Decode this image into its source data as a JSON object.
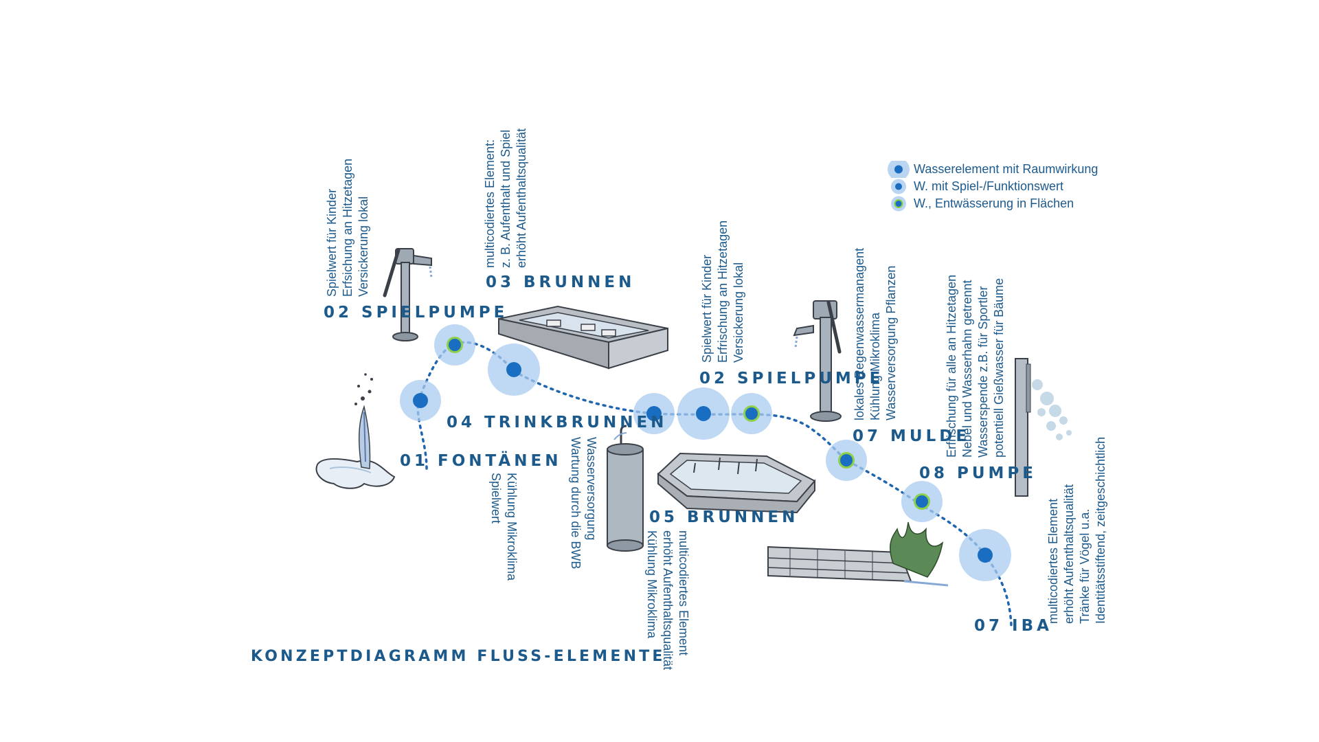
{
  "diagram_title": "KONZEPTDIAGRAMM FLUSS-ELEMENTE",
  "colors": {
    "accent": "#1d5a8c",
    "node_dot": "#1a6ec2",
    "halo": "#a9cbef",
    "green_ring": "#8fd04a"
  },
  "legend": {
    "items": [
      {
        "label": "Wasserelement mit Raumwirkung",
        "symbol": "large-halo-dot"
      },
      {
        "label": "W. mit Spiel-/Funktionswert",
        "symbol": "small-halo-dot"
      },
      {
        "label": "W., Entwässerung in Flächen",
        "symbol": "green-ring-dot"
      }
    ]
  },
  "elements": {
    "fontaenen": {
      "title": "01 FONTÄNEN",
      "desc": [
        "Kühlung Mikroklima",
        "Spielwert"
      ]
    },
    "spielpumpe_1": {
      "title": "02 SPIELPUMPE",
      "desc": [
        "Spielwert für Kinder",
        "Erfsichung an Hitzetagen",
        "Versickerung lokal"
      ]
    },
    "brunnen_03": {
      "title": "03 BRUNNEN",
      "desc": [
        "multicodiertes Element:",
        "z. B. Aufenthalt und Spiel",
        "erhöht Aufenthaltsqualität"
      ]
    },
    "trinkbrunnen": {
      "title": "04 TRINKBRUNNEN",
      "desc": [
        "Wasserversorgung",
        "Wartung durch die BWB"
      ]
    },
    "brunnen_05": {
      "title": "05 BRUNNEN",
      "desc": [
        "multicodiertes Element",
        "erhöht Aufenthaltsqualität",
        "Kühlung Mikroklima"
      ]
    },
    "spielpumpe_2": {
      "title": "02 SPIELPUMPE",
      "desc": [
        "Spielwert für Kinder",
        "Erfrischung an Hitzetagen",
        "Versickerung lokal"
      ]
    },
    "mulde": {
      "title": "07 MULDE",
      "desc": [
        "lokales Regenwassermanagent",
        "Kühlung Mikroklima",
        "Wasserversorgung Pflanzen"
      ]
    },
    "pumpe": {
      "title": "08 PUMPE",
      "desc": [
        "Erfrischung für alle an Hitzetagen",
        "Nebel und Wasserhahn getrennt",
        "Wasserspende z.B. für Sportler",
        "potentiell Gießwasser für Bäume"
      ]
    },
    "iba": {
      "title": "07 IBA",
      "desc": [
        "multicodiertes Element",
        "erhöht Aufenthaltsqualität",
        "Tränke für Vögel u.a.",
        "Identitätsstiftend, zeitgeschichtlich"
      ]
    }
  }
}
